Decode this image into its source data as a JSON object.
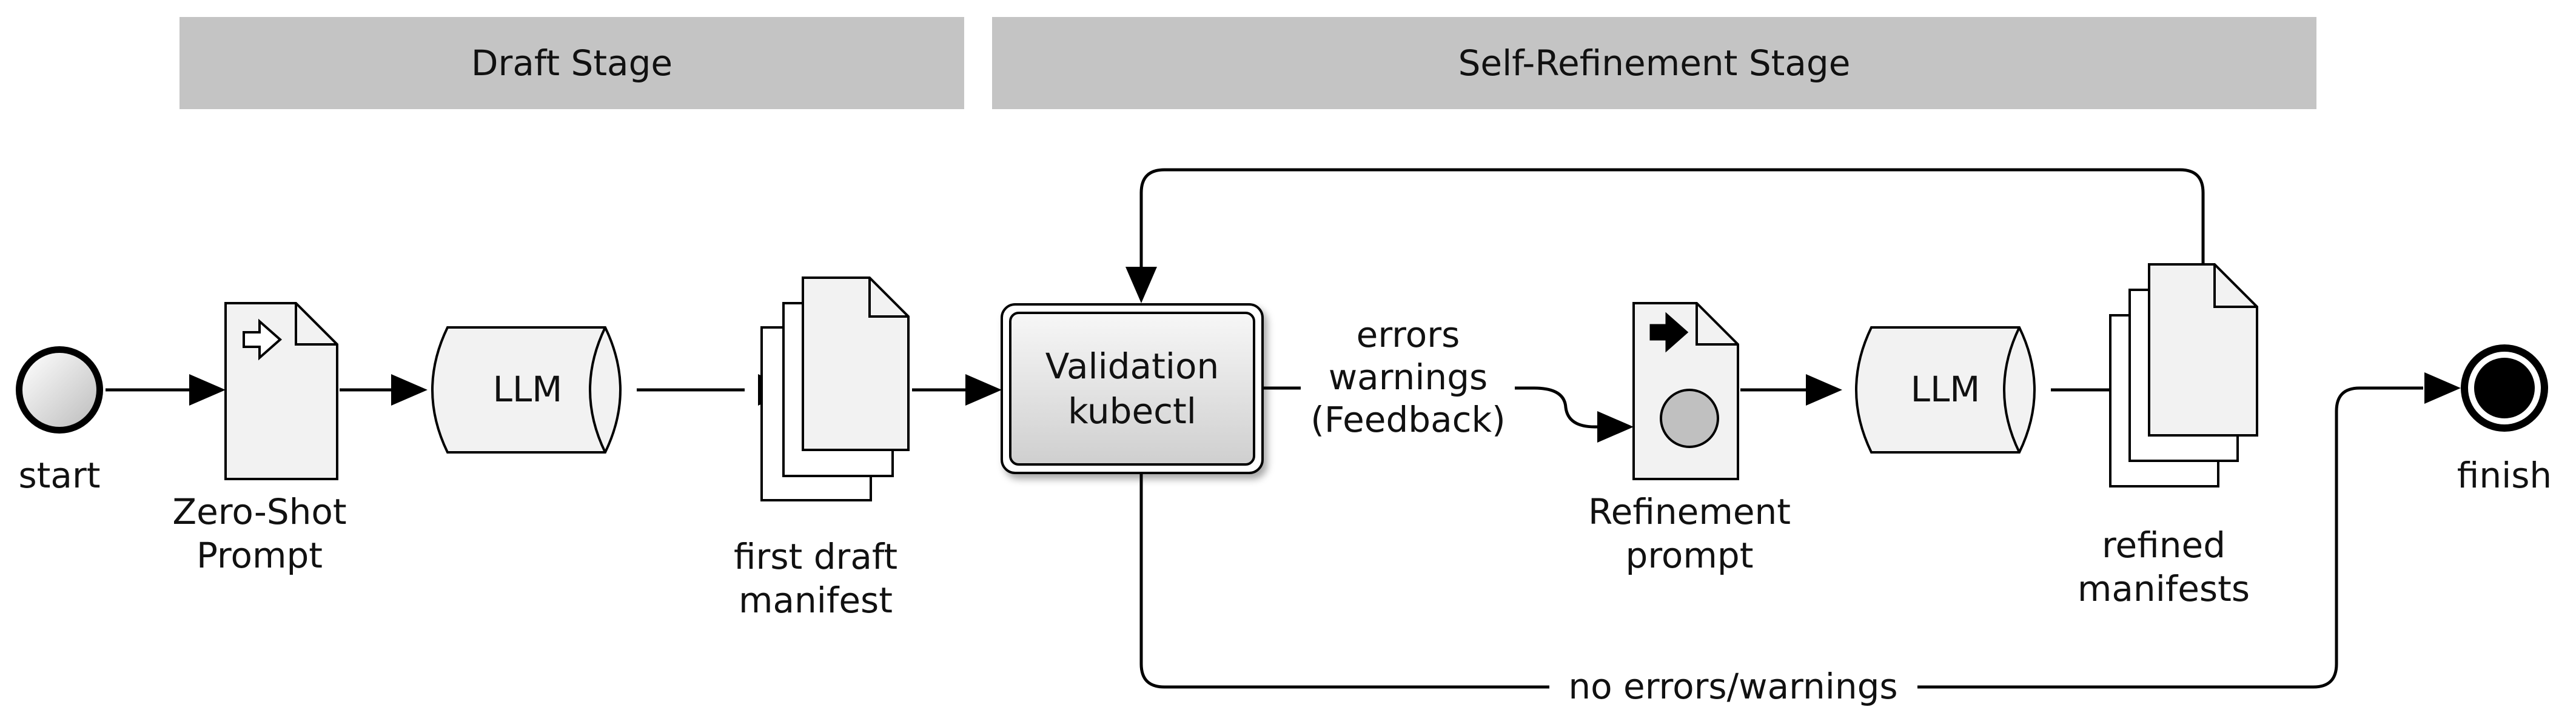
{
  "stages": {
    "draft": "Draft Stage",
    "refinement": "Self-Refinement Stage"
  },
  "events": {
    "start": "start",
    "finish": "finish"
  },
  "nodes": {
    "zero_shot_prompt": [
      "Zero-Shot",
      "Prompt"
    ],
    "llm_draft": "LLM",
    "first_draft_manifest": [
      "first draft",
      "manifest"
    ],
    "validation": [
      "Validation",
      "kubectl"
    ],
    "refinement_prompt": [
      "Refinement",
      "prompt"
    ],
    "llm_refine": "LLM",
    "refined_manifests": [
      "refined",
      "manifests"
    ]
  },
  "edges": {
    "feedback": [
      "errors",
      "warnings",
      "(Feedback)"
    ],
    "success": "no errors/warnings"
  },
  "colors": {
    "stage_band": "#c4c4c4",
    "node_fill": "#f2f2f2",
    "task_fill": "#e4e4e4",
    "stroke": "#000000"
  }
}
